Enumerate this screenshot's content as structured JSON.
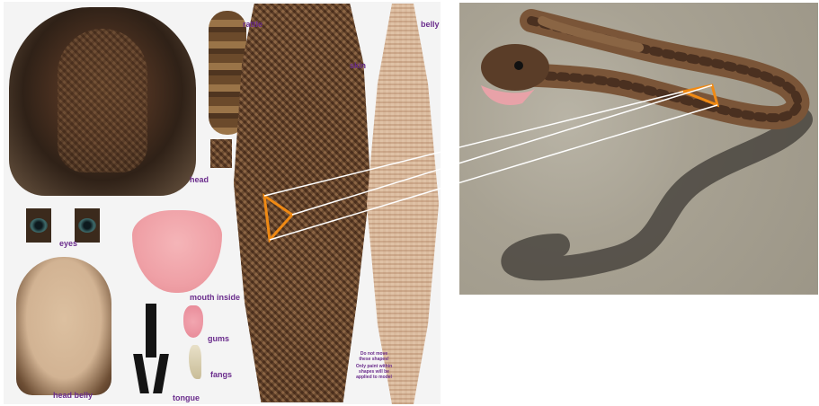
{
  "labels": {
    "rattle": "rattle",
    "skin": "skin",
    "belly": "belly",
    "head": "head",
    "eyes": "eyes",
    "mouth_inside": "mouth inside",
    "gums": "gums",
    "fangs": "fangs",
    "head_belly": "head belly",
    "tongue": "tongue"
  },
  "note": {
    "line1": "Do not move",
    "line2": "these shapes!",
    "line3": "Only paint within",
    "line4": "shapes will be",
    "line5": "applied to model"
  },
  "colors": {
    "label_purple": "#6a2c8c",
    "highlight_orange": "#f08a14",
    "connector_white": "#ffffff"
  }
}
